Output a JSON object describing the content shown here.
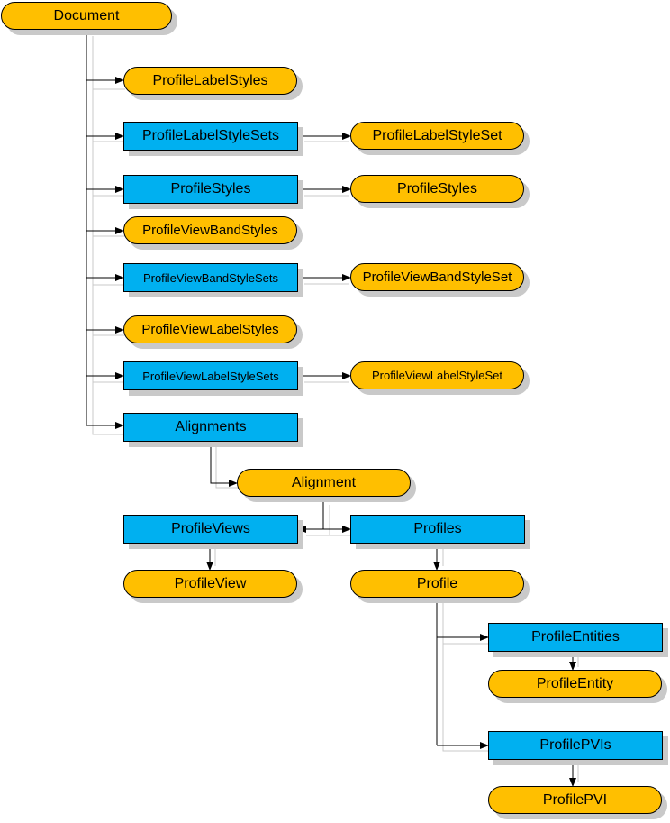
{
  "colors": {
    "object_fill": "#ffbf00",
    "collection_fill": "#00b0f0",
    "connector": "#000000",
    "shadow": "#c9c9c9"
  },
  "nodes": {
    "document": "Document",
    "profile_label_styles": "ProfileLabelStyles",
    "profile_label_style_sets": "ProfileLabelStyleSets",
    "profile_label_style_set": "ProfileLabelStyleSet",
    "profile_styles_collection": "ProfileStyles",
    "profile_styles_object": "ProfileStyles",
    "profile_view_band_styles": "ProfileViewBandStyles",
    "profile_view_band_style_sets": "ProfileViewBandStyleSets",
    "profile_view_band_style_set": "ProfileViewBandStyleSet",
    "profile_view_label_styles": "ProfileViewLabelStyles",
    "profile_view_label_style_sets": "ProfileViewLabelStyleSets",
    "profile_view_label_style_set": "ProfileViewLabelStyleSet",
    "alignments": "Alignments",
    "alignment": "Alignment",
    "profile_views": "ProfileViews",
    "profile_view": "ProfileView",
    "profiles": "Profiles",
    "profile": "Profile",
    "profile_entities": "ProfileEntities",
    "profile_entity": "ProfileEntity",
    "profile_pvis": "ProfilePVIs",
    "profile_pvi": "ProfilePVI"
  }
}
